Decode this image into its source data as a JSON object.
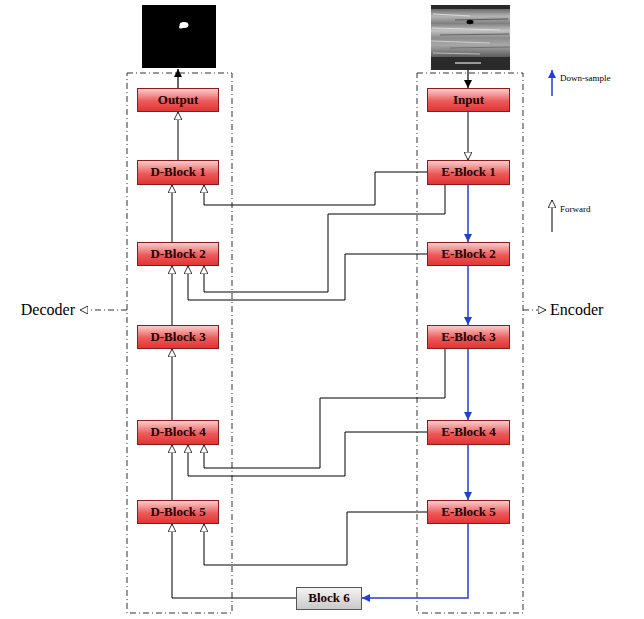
{
  "diagram": {
    "nodes": [
      {
        "text": [
          "Output"
        ]
      },
      {
        "text": [
          "Input"
        ]
      },
      {
        "text": [
          "D-Block 1"
        ]
      },
      {
        "text": [
          "E-Block 1"
        ]
      },
      {
        "text": [
          "D-Block 2"
        ]
      },
      {
        "text": [
          "E-Block 2"
        ]
      },
      {
        "text": [
          "D-Block 3"
        ]
      },
      {
        "text": [
          "E-Block 3"
        ]
      },
      {
        "text": [
          "D-Block 4"
        ]
      },
      {
        "text": [
          "E-Block 4"
        ]
      },
      {
        "text": [
          "D-Block 5"
        ]
      },
      {
        "text": [
          "E-Block 5"
        ]
      },
      {
        "text": [
          "Block 6"
        ]
      }
    ],
    "edges": [
      {
        "from": 1,
        "to": 3,
        "arrow": "to"
      },
      {
        "from": 3,
        "to": 5,
        "arrow": "to"
      },
      {
        "from": 5,
        "to": 7,
        "arrow": "to"
      },
      {
        "from": 7,
        "to": 9,
        "arrow": "to"
      },
      {
        "from": 9,
        "to": 11,
        "arrow": "to"
      },
      {
        "from": 11,
        "to": 12,
        "arrow": "to"
      },
      {
        "from": 12,
        "to": 10,
        "arrow": "to"
      },
      {
        "from": 10,
        "to": 8,
        "arrow": "to"
      },
      {
        "from": 8,
        "to": 6,
        "arrow": "to"
      },
      {
        "from": 6,
        "to": 4,
        "arrow": "to"
      },
      {
        "from": 4,
        "to": 2,
        "arrow": "to"
      },
      {
        "from": 2,
        "to": 0,
        "arrow": "to"
      },
      {
        "from": 3,
        "to": 2,
        "arrow": "to"
      },
      {
        "from": 3,
        "to": 4,
        "arrow": "to"
      },
      {
        "from": 5,
        "to": 4,
        "arrow": "to"
      },
      {
        "from": 7,
        "to": 8,
        "arrow": "to"
      },
      {
        "from": 9,
        "to": 8,
        "arrow": "to"
      },
      {
        "from": 11,
        "to": 10,
        "arrow": "to"
      }
    ],
    "labels": [
      "Decoder",
      "Encoder"
    ],
    "legend": [
      {
        "text": "Down-sample"
      },
      {
        "text": "Forward"
      }
    ]
  }
}
